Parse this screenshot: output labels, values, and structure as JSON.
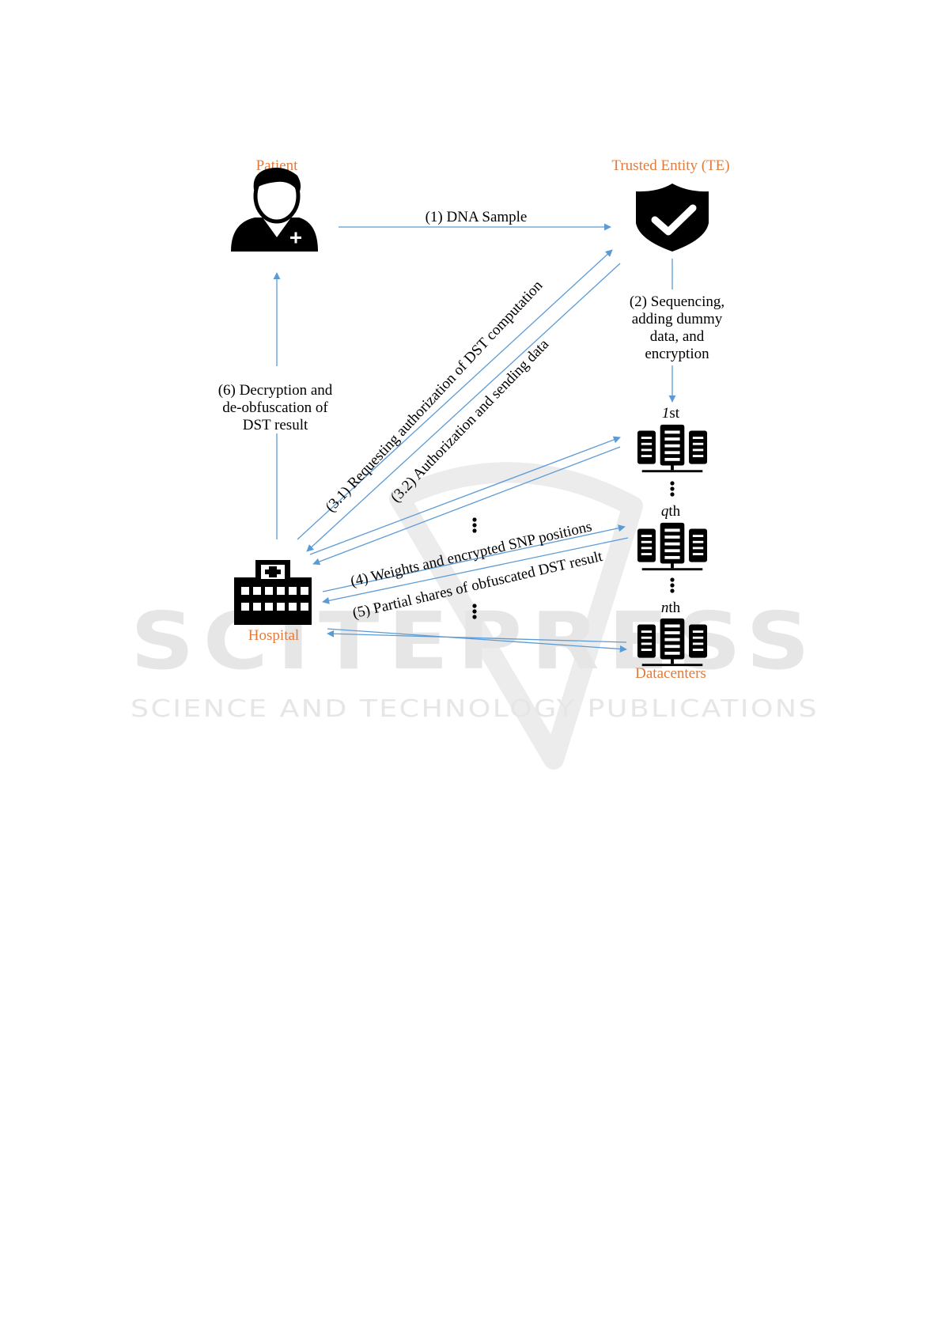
{
  "watermark": {
    "title": "SCITEPRESS",
    "subtitle": "SCIENCE AND TECHNOLOGY PUBLICATIONS"
  },
  "actors": {
    "patient": "Patient",
    "trusted_entity": "Trusted Entity (TE)",
    "hospital": "Hospital",
    "datacenters": "Datacenters"
  },
  "datacenter_labels": {
    "first_italic": "1",
    "first_suffix": "st",
    "q_italic": "q",
    "q_suffix": "th",
    "n_italic": "n",
    "n_suffix": "th"
  },
  "steps": {
    "step1": "(1) DNA Sample",
    "step2": [
      "(2) Sequencing,",
      "adding dummy",
      "data, and",
      "encryption"
    ],
    "step3_1": "(3.1) Requesting authorization of DST computation",
    "step3_2": "(3.2) Authorization and sending data",
    "step4": "(4) Weights and encrypted SNP positions",
    "step5": "(5) Partial shares of obfuscated DST result",
    "step6": [
      "(6) Decryption and",
      "de-obfuscation of",
      "DST result"
    ]
  },
  "icons": {
    "patient": "patient-icon",
    "trusted_entity": "shield-check-icon",
    "hospital": "hospital-icon",
    "datacenter": "server-rack-icon"
  },
  "colors": {
    "arrow": "#5b9bd5",
    "actor_label": "#e07b3c",
    "icon": "#000000"
  }
}
